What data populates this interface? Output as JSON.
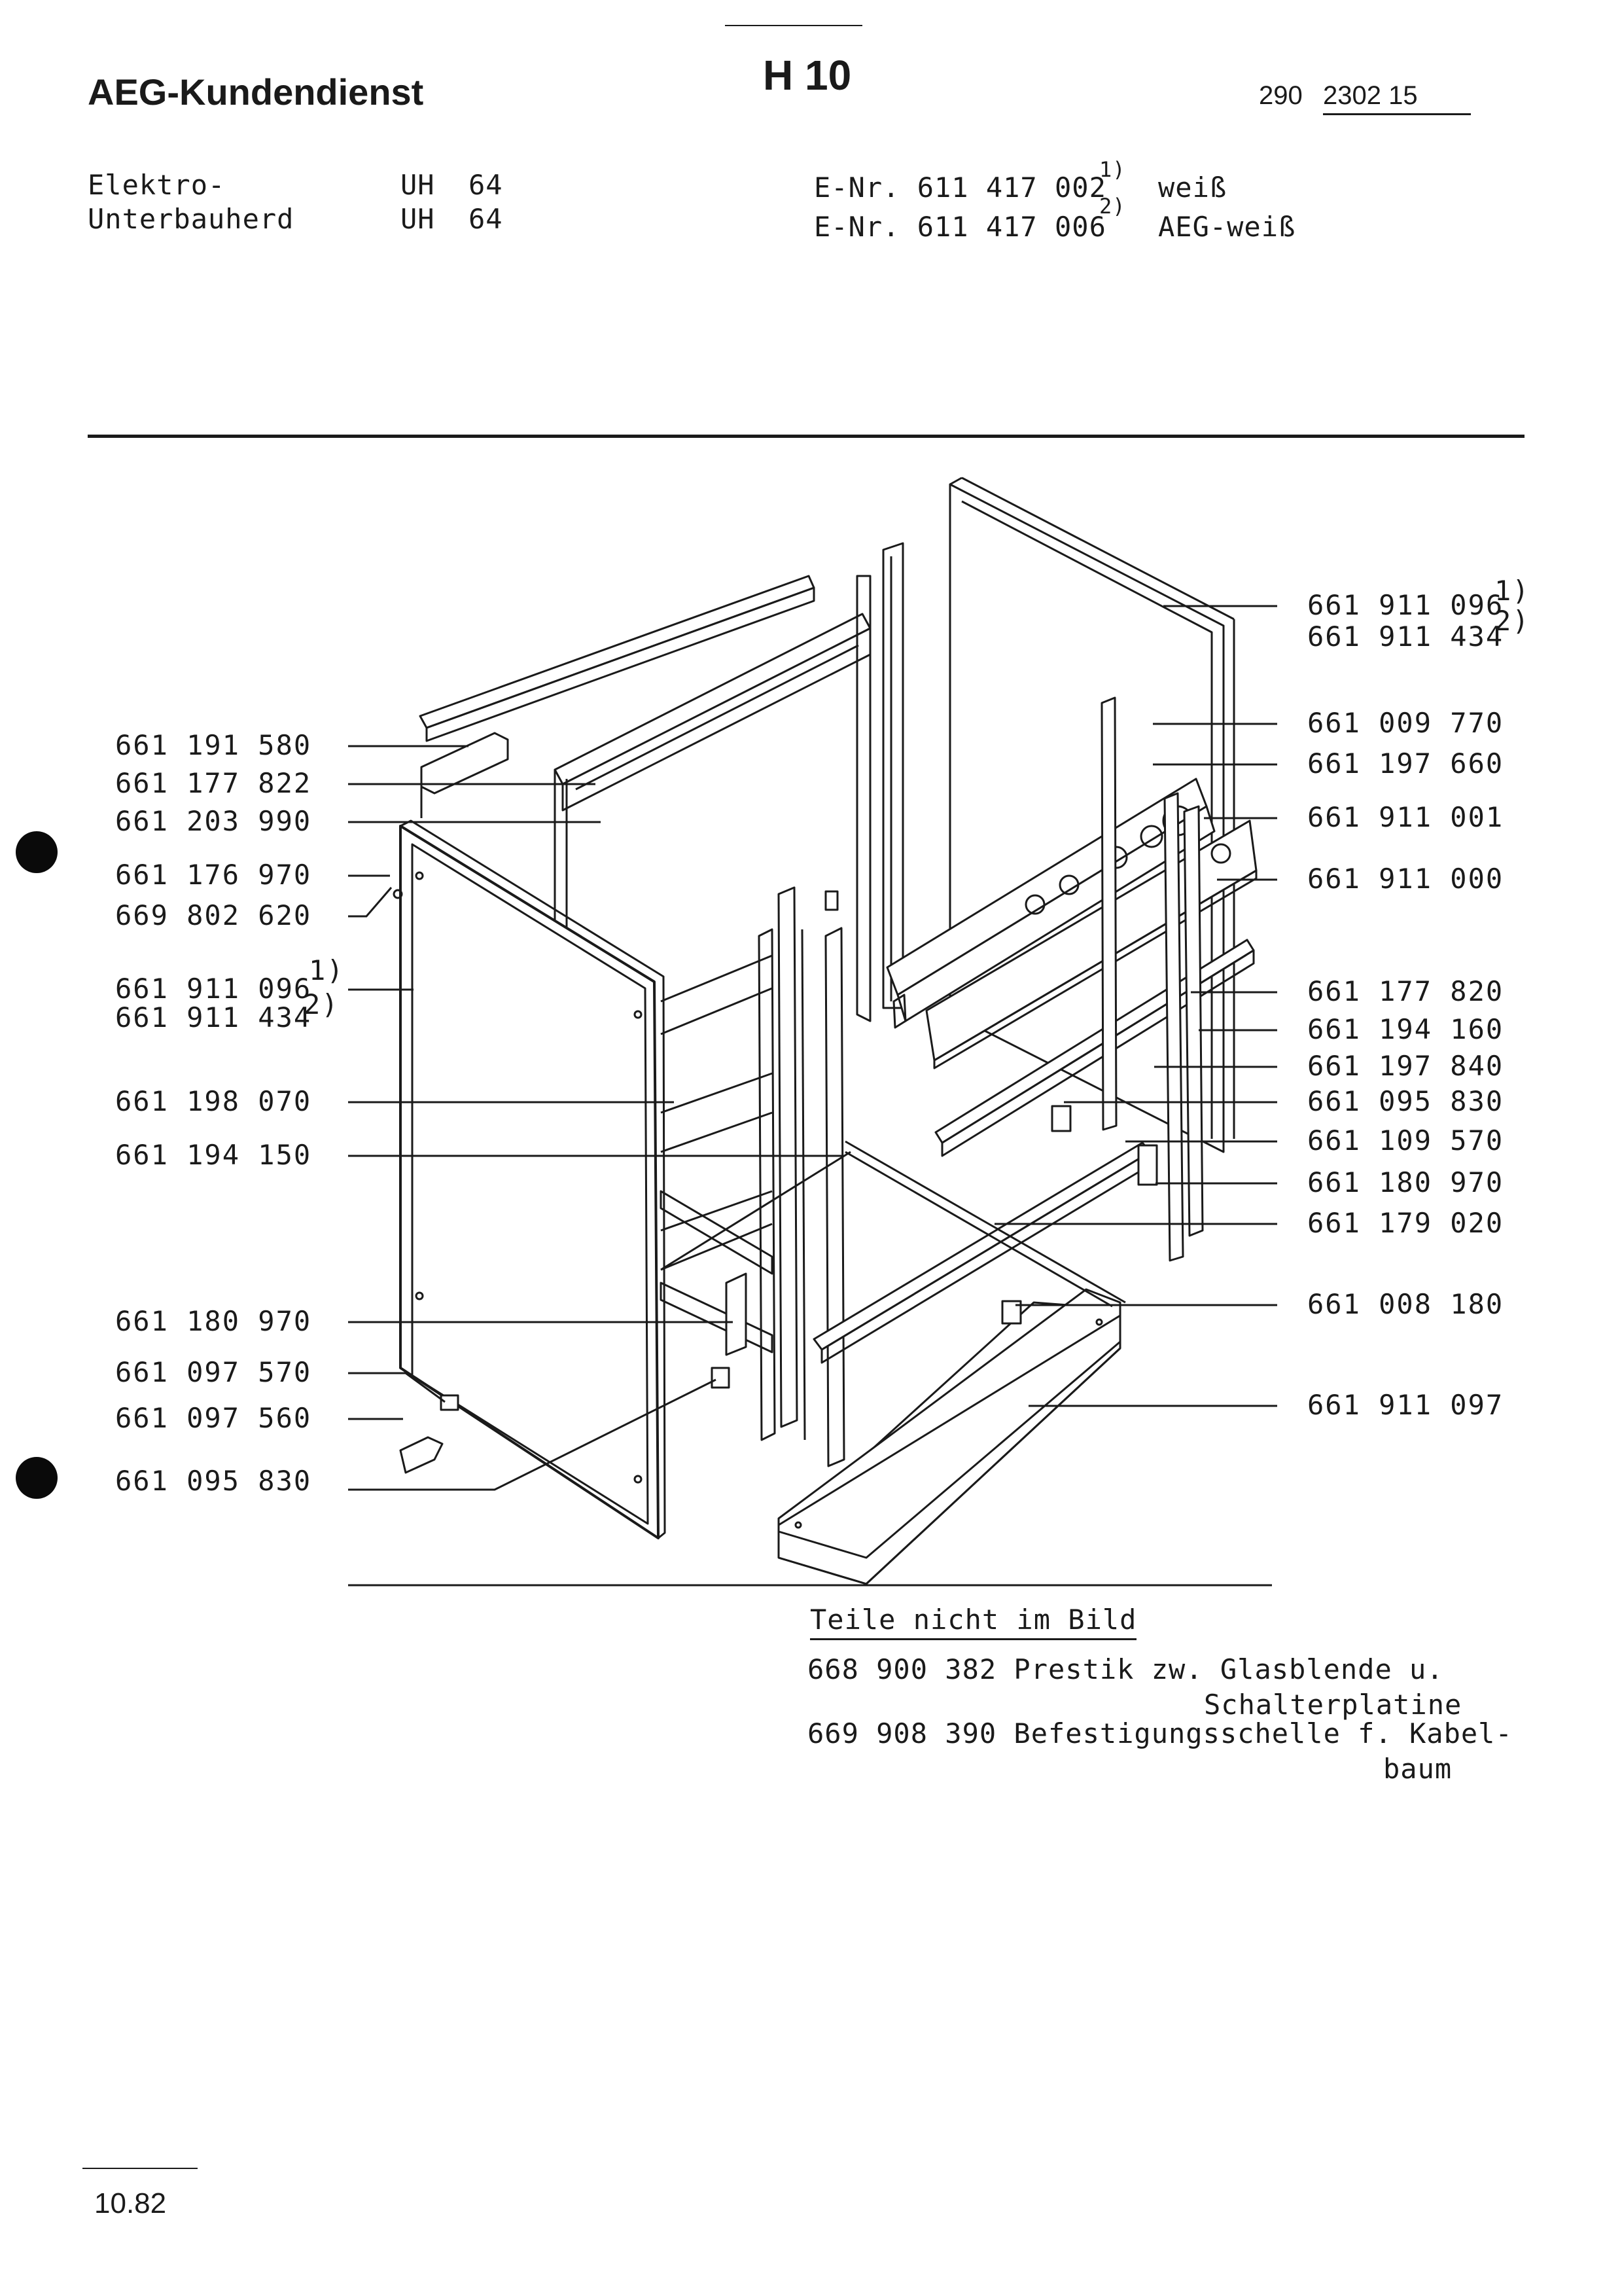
{
  "header": {
    "brand": "AEG-Kundendienst",
    "sheet": "H 10",
    "doc_prefix": "290",
    "doc_number": "2302 15"
  },
  "product": {
    "type_line1": "Elektro-",
    "type_line2": "Unterbauherd",
    "model1_a": "UH",
    "model1_b": "64",
    "model2_a": "UH",
    "model2_b": "64",
    "enr1": "E-Nr. 611 417 002",
    "enr1_note": "1)",
    "enr1_color": "weiß",
    "enr2": "E-Nr. 611 417 006",
    "enr2_note": "2)",
    "enr2_color": "AEG-weiß"
  },
  "callouts_left": [
    "661 191 580",
    "661 177 822",
    "661 203 990",
    "661 176 970",
    "669 802 620",
    "661 911 096",
    "661 911 434",
    "661 198 070",
    "661 194 150",
    "661 180 970",
    "661 097 570",
    "661 097 560",
    "661 095 830"
  ],
  "callouts_right": [
    "661 911 096",
    "661 911 434",
    "661 009 770",
    "661 197 660",
    "661 911 001",
    "661 911 000",
    "661 177 820",
    "661 194 160",
    "661 197 840",
    "661 095 830",
    "661 109 570",
    "661 180 970",
    "661 179 020",
    "661 008 180",
    "661 911 097"
  ],
  "notes": {
    "n1": "1)",
    "n2": "2)"
  },
  "not_shown": {
    "title": "Teile nicht im Bild",
    "line1": "668 900 382 Prestik zw. Glasblende u.",
    "line2": "Schalterplatine",
    "line3": "669 908 390 Befestigungsschelle f. Kabel-",
    "line4": "baum"
  },
  "footer": {
    "date": "10.82"
  }
}
